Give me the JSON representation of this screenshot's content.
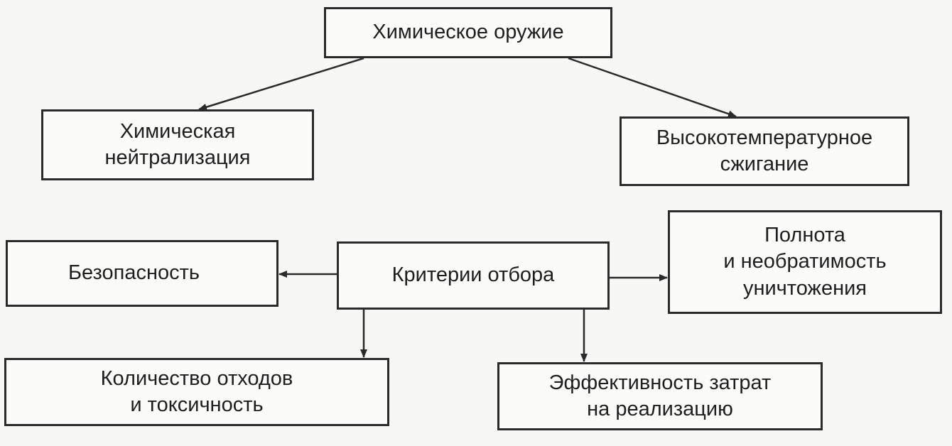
{
  "diagram": {
    "nodes": {
      "root": "Химическое оружие",
      "neutralization": "Химическая\nнейтрализация",
      "incineration": "Высокотемпературное\nсжигание",
      "criteria": "Критерии отбора",
      "safety": "Безопасность",
      "completeness": "Полнота\nи необратимость\nуничтожения",
      "waste": "Количество отходов\nи токсичность",
      "cost": "Эффективность затрат\nна реализацию"
    },
    "edges": [
      {
        "from": "root",
        "to": "neutralization"
      },
      {
        "from": "root",
        "to": "incineration"
      },
      {
        "from": "criteria",
        "to": "safety"
      },
      {
        "from": "criteria",
        "to": "completeness"
      },
      {
        "from": "criteria",
        "to": "waste"
      },
      {
        "from": "criteria",
        "to": "cost"
      }
    ],
    "colors": {
      "stroke": "#2a2a2a",
      "background": "#f7f7f5"
    }
  }
}
